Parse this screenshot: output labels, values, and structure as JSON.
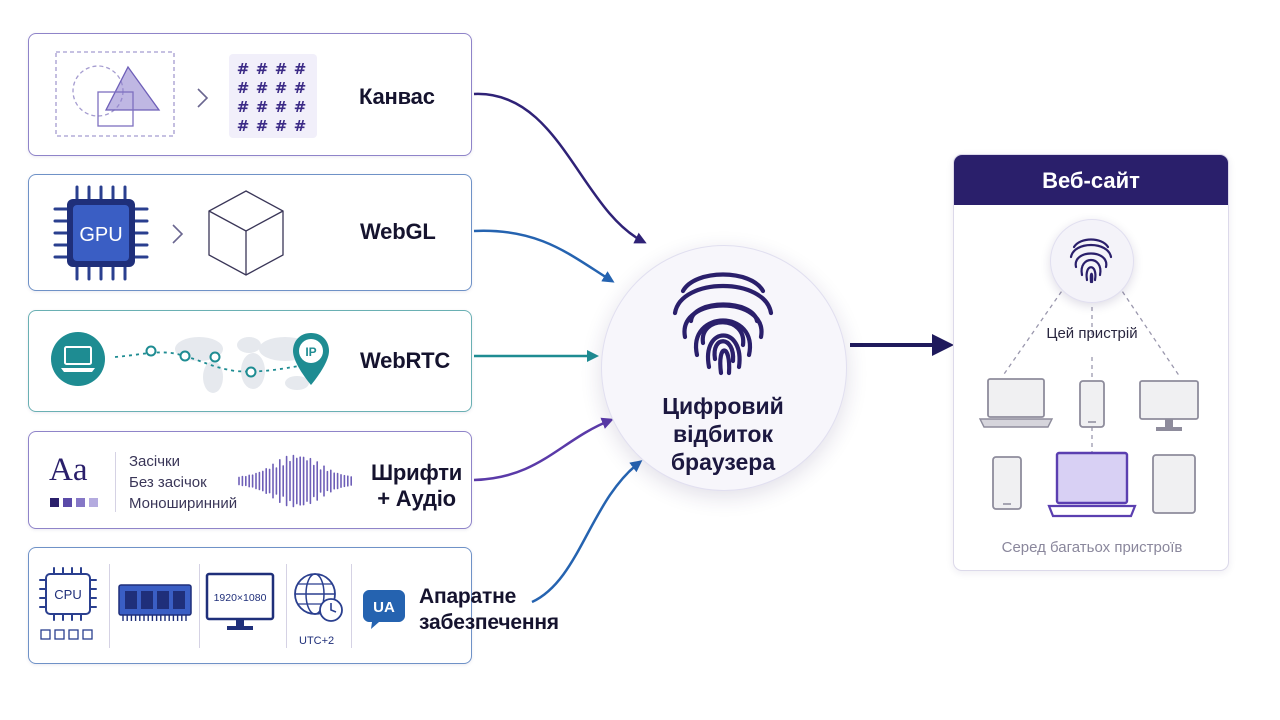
{
  "sources": [
    {
      "id": "canvas",
      "label": "Канвас"
    },
    {
      "id": "webgl",
      "label": "WebGL",
      "chip_label": "GPU"
    },
    {
      "id": "webrtc",
      "label": "WebRTC",
      "pin_label": "IP"
    },
    {
      "id": "fonts",
      "label_line1": "Шрифти",
      "label_line2": "+ Аудіо",
      "font_sample": "Aa",
      "font_types": [
        "Засічки",
        "Без засічок",
        "Моноширинний"
      ]
    },
    {
      "id": "hardware",
      "label_line1": "Апаратне",
      "label_line2": "забезпечення",
      "cpu_label": "CPU",
      "resolution": "1920×1080",
      "timezone": "UTC+2",
      "ua_label": "UA"
    }
  ],
  "center": {
    "title": "Цифровий відбиток браузера"
  },
  "website": {
    "title": "Веб-сайт",
    "this_device": "Цей пристрій",
    "caption": "Серед багатьох пристроїв"
  },
  "colors": {
    "purple": "#3b2a86",
    "blue": "#2563b0",
    "teal": "#1e8c92",
    "dark_navy": "#1f1a5c",
    "accent_violet": "#7b68c8"
  },
  "icons": [
    "canvas-shapes-icon",
    "hash-grid-icon",
    "gpu-chip-icon",
    "cube-icon",
    "laptop-icon",
    "world-map-icon",
    "ip-pin-icon",
    "font-sample-icon",
    "audio-waveform-icon",
    "cpu-icon",
    "memory-icon",
    "monitor-icon",
    "globe-clock-icon",
    "ua-bubble-icon",
    "fingerprint-icon",
    "laptop-device-icon",
    "phone-device-icon",
    "desktop-device-icon",
    "tablet-device-icon"
  ]
}
